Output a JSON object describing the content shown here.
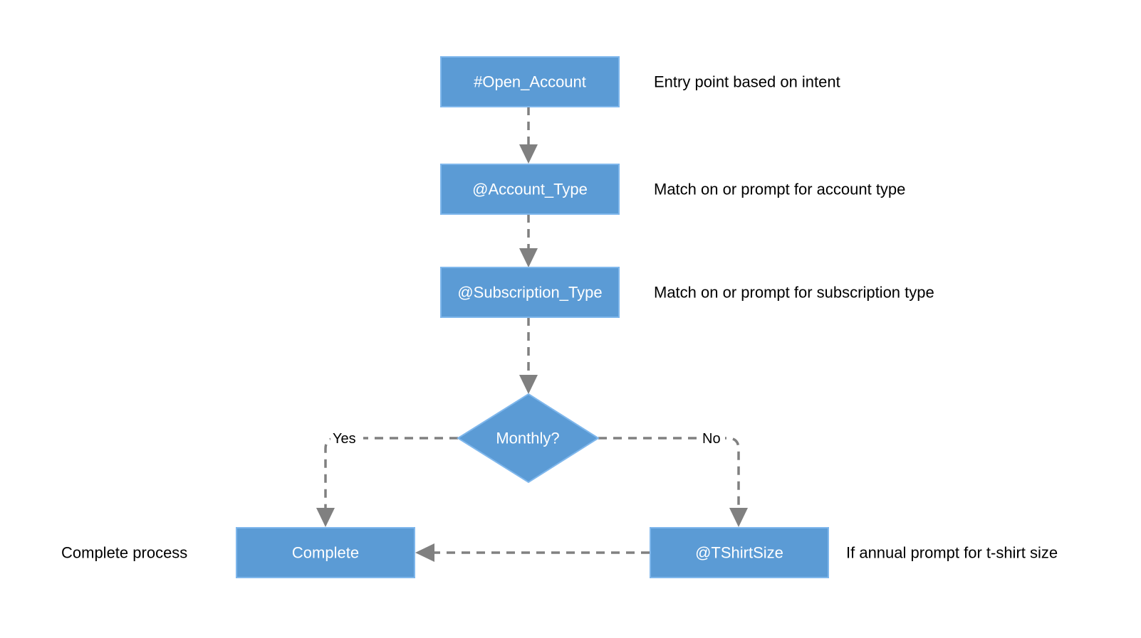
{
  "nodes": {
    "open_account": "#Open_Account",
    "account_type": "@Account_Type",
    "subscription_type": "@Subscription_Type",
    "monthly": "Monthly?",
    "complete": "Complete",
    "tshirt_size": "@TShirtSize"
  },
  "notes": {
    "open_account": "Entry point based on intent",
    "account_type": "Match on or prompt for account type",
    "subscription_type": "Match on or prompt for subscription type",
    "complete": "Complete process",
    "tshirt_size": "If annual prompt for t-shirt size"
  },
  "edges": {
    "yes_label": "Yes",
    "no_label": "No"
  },
  "colors": {
    "node_fill": "#5b9bd5",
    "node_border": "#7fb7ec",
    "edge": "#808080"
  }
}
